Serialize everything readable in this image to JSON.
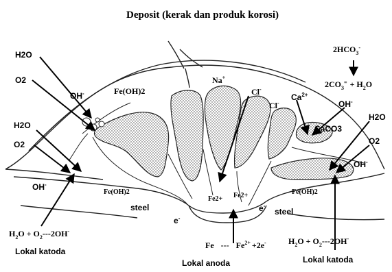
{
  "title": "Deposit   (kerak dan produk korosi)",
  "labels": {
    "h2o_top_left": "H2O",
    "o2_top_left": "O2",
    "oh_top_left": "OH",
    "fe_oh2_top": "Fe(OH)2",
    "na_plus": "Na",
    "cl_upper": "Cl",
    "cl_middle": "Cl",
    "ca_2plus": "Ca",
    "hco3_top": "2HCO",
    "co3_line": "2CO",
    "co3_water": "+ H",
    "co3_water_end": "O",
    "oh_right_upper": "OH",
    "caco3": "CaCO3",
    "h2o_right": "H2O",
    "o2_right": "O2",
    "oh_right_lower": "OH",
    "h2o_left": "H2O",
    "o2_left": "O2",
    "oh_left": "OH",
    "fe_oh2_left": "Fe(OH)2",
    "fe_oh2_right": "Fe(OH)2",
    "fe2_a": "Fe2+",
    "fe2_b": "Fe2+",
    "steel_left": "steel",
    "steel_right": "steel",
    "e_left": "e",
    "e_right": "e",
    "fe_eq_a": "Fe",
    "fe_eq_b": "---",
    "fe_eq_c": "Fe",
    "fe_eq_d": "+2e",
    "cathode_eq_left_a": "H",
    "cathode_eq_left_b": "O + O",
    "cathode_eq_left_c": "---2OH",
    "cathode_eq_right_a": "H",
    "cathode_eq_right_b": "O + O",
    "cathode_eq_right_c": "---2OH",
    "lokal_katoda_left": "Lokal katoda",
    "lokal_anoda": "Lokal  anoda",
    "lokal_katoda_right": "Lokal katoda"
  },
  "superscripts": {
    "minus": "-",
    "plus": "+",
    "two_plus": "2+",
    "eq": "=",
    "two": "2",
    "three": "3"
  }
}
